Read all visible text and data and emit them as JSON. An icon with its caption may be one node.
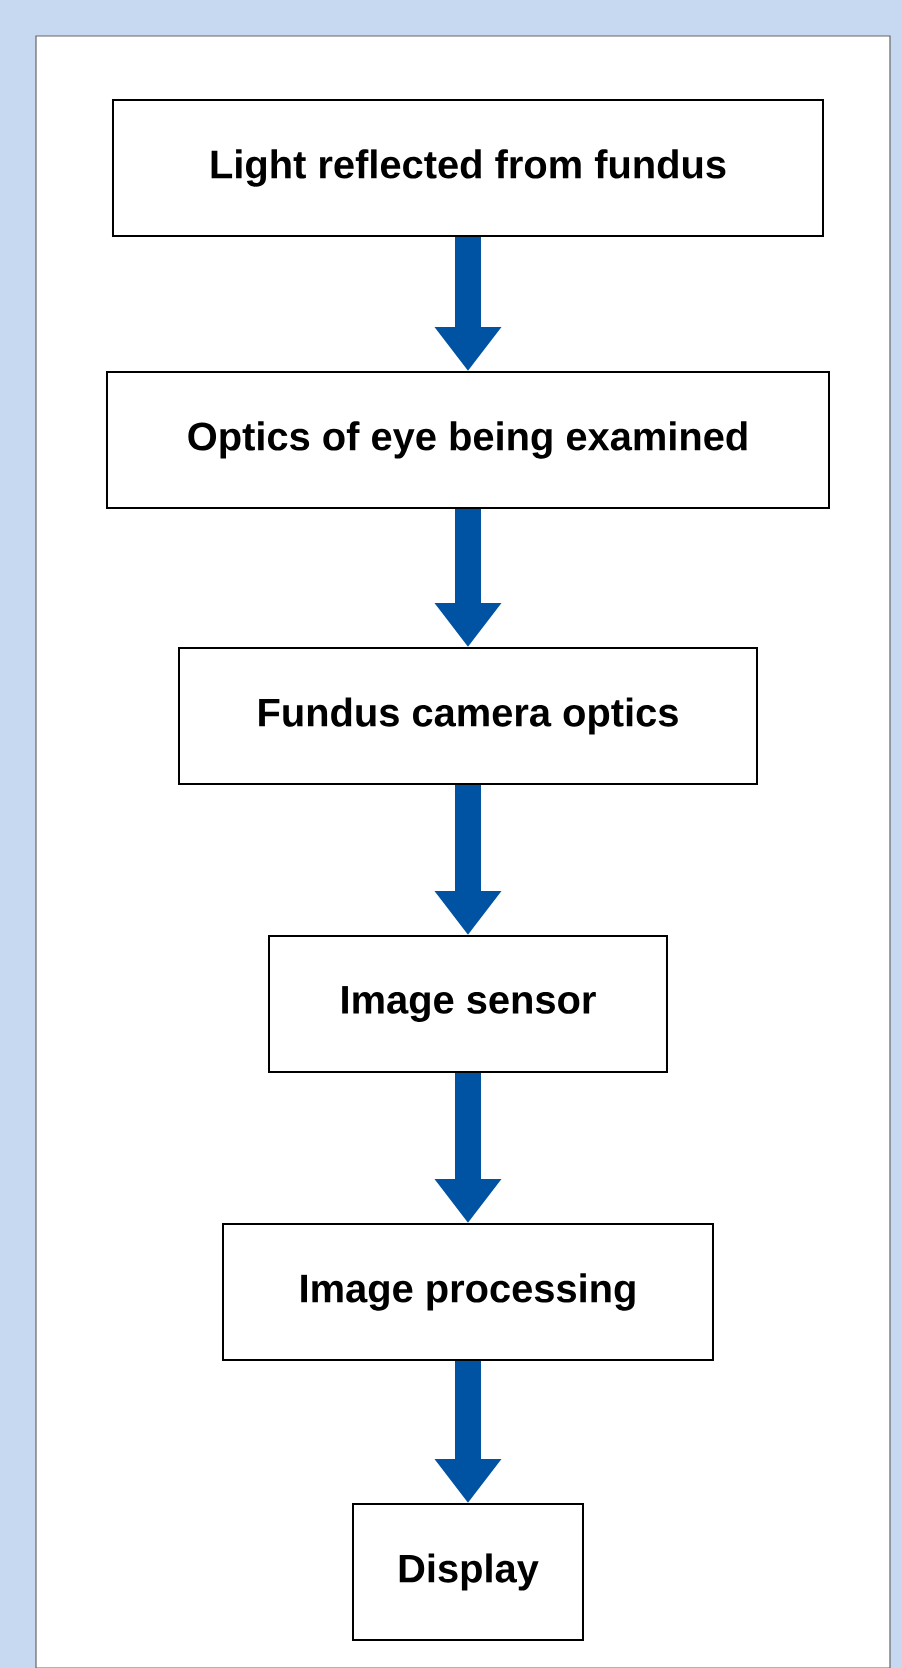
{
  "diagram": {
    "nodes": [
      {
        "text": [
          "Light reflected from fundus"
        ]
      },
      {
        "text": [
          "Optics of eye being examined"
        ]
      },
      {
        "text": [
          "Fundus camera optics"
        ]
      },
      {
        "text": [
          "Image sensor"
        ]
      },
      {
        "text": [
          "Image processing"
        ]
      },
      {
        "text": [
          "Display"
        ]
      }
    ],
    "edges": [
      {
        "from": 0,
        "to": 1,
        "arrow": "to"
      },
      {
        "from": 1,
        "to": 2,
        "arrow": "to"
      },
      {
        "from": 2,
        "to": 3,
        "arrow": "to"
      },
      {
        "from": 3,
        "to": 4,
        "arrow": "to"
      },
      {
        "from": 4,
        "to": 5,
        "arrow": "to"
      }
    ]
  }
}
